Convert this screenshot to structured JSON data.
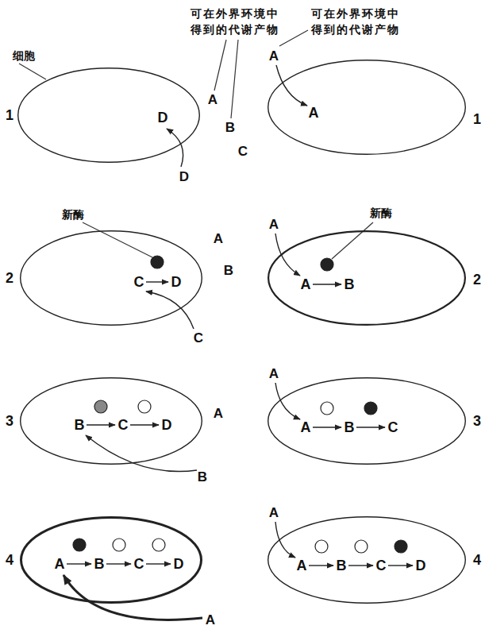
{
  "diagram": {
    "nodes": [
      {
        "text": [
          "D"
        ]
      },
      {
        "text": [
          "A"
        ]
      },
      {
        "text": [
          "C",
          "D"
        ]
      },
      {
        "text": [
          "A",
          "B"
        ]
      },
      {
        "text": [
          "B",
          "C",
          "D"
        ]
      },
      {
        "text": [
          "A",
          "B",
          "C"
        ]
      },
      {
        "text": [
          "A",
          "B",
          "C",
          "D"
        ]
      },
      {
        "text": [
          "A",
          "B",
          "C",
          "D"
        ]
      }
    ],
    "labels": [
      "可在外界环境中得到的代谢产物",
      "可在外界环境中得到的代谢产物",
      "细胞",
      "A",
      "B",
      "C",
      "D",
      "1",
      "A",
      "1",
      "新酶",
      "新酶",
      "A",
      "B",
      "C",
      "2",
      "A",
      "2",
      "A",
      "B",
      "3",
      "A",
      "3",
      "A",
      "4",
      "A",
      "4"
    ]
  }
}
